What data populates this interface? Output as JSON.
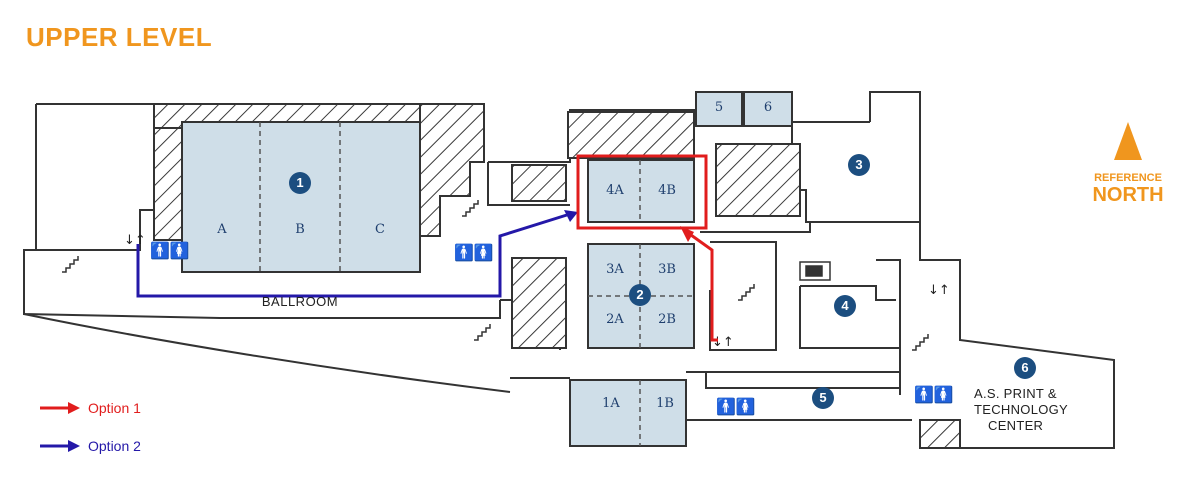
{
  "title": "UPPER LEVEL",
  "north": {
    "line1": "REFERENCE",
    "line2": "NORTH"
  },
  "ballroom_label": "BALLROOM",
  "ballroom_sections": [
    "A",
    "B",
    "C"
  ],
  "rooms": {
    "r1A": "1A",
    "r1B": "1B",
    "r2A": "2A",
    "r2B": "2B",
    "r3A": "3A",
    "r3B": "3B",
    "r4A": "4A",
    "r4B": "4B",
    "r5": "5",
    "r6": "6"
  },
  "markers": [
    "1",
    "2",
    "3",
    "4",
    "5",
    "6"
  ],
  "print_center": [
    "A.S. PRINT &",
    "TECHNOLOGY",
    "CENTER"
  ],
  "legend": [
    {
      "label": "Option 1",
      "color": "#e11d1d"
    },
    {
      "label": "Option 2",
      "color": "#2418a8"
    }
  ],
  "colors": {
    "room_fill": "#cfdee8",
    "marker": "#1c4e80",
    "accent": "#f0961e"
  }
}
